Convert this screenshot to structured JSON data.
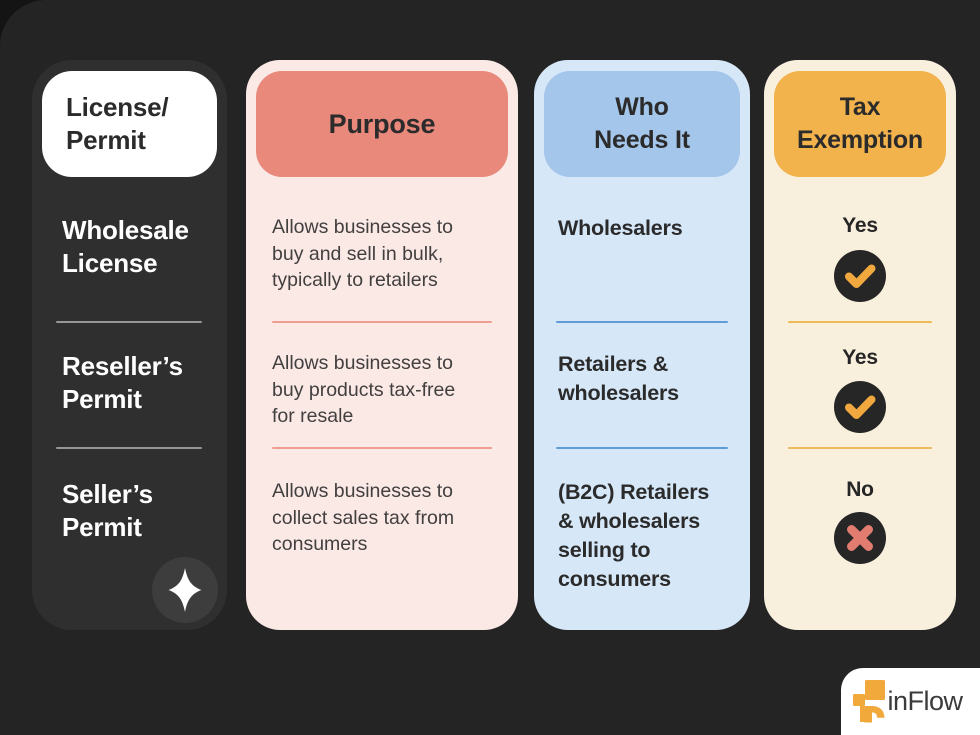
{
  "chart_data": {
    "type": "table",
    "columns": [
      "License/Permit",
      "Purpose",
      "Who Needs It",
      "Tax Exemption"
    ],
    "rows": [
      [
        "Wholesale License",
        "Allows businesses to buy and sell in bulk, typically to retailers",
        "Wholesalers",
        "Yes"
      ],
      [
        "Reseller’s Permit",
        "Allows businesses to buy products tax-free for resale",
        "Retailers & wholesalers",
        "Yes"
      ],
      [
        "Seller’s Permit",
        "Allows businesses to collect sales tax from consumers",
        "(B2C) Retailers & wholesalers selling to consumers",
        "No"
      ]
    ],
    "legend_position": "none"
  },
  "columns": {
    "license": {
      "header": "License/\nPermit",
      "rows": [
        "Wholesale\nLicense",
        "Reseller’s\nPermit",
        "Seller’s\nPermit"
      ]
    },
    "purpose": {
      "header": "Purpose",
      "rows": [
        "Allows businesses to\nbuy and sell in bulk,\ntypically to retailers",
        "Allows businesses to\nbuy products tax-free\nfor resale",
        "Allows businesses to\ncollect sales tax from\nconsumers"
      ]
    },
    "who_needs_it": {
      "header": "Who\nNeeds It",
      "rows": [
        "Wholesalers",
        "Retailers &\nwholesalers",
        "(B2C) Retailers\n& wholesalers\nselling to\nconsumers"
      ]
    },
    "tax_exemption": {
      "header": "Tax\nExemption",
      "rows": [
        {
          "label": "Yes",
          "icon": "check-icon"
        },
        {
          "label": "Yes",
          "icon": "check-icon"
        },
        {
          "label": "No",
          "icon": "x-icon"
        }
      ]
    }
  },
  "decor": {
    "sparkle_icon": "sparkle-icon"
  },
  "footer": {
    "brand": "inFlow",
    "logo_icon": "inflow-logo-icon"
  },
  "colors": {
    "background": "#242424",
    "outer_corner": "#141414",
    "dark_column": "#2F2F2F",
    "white_header": "#FFFFFF",
    "pink_column": "#FBE9E6",
    "salmon_header": "#E8897C",
    "salmon_divider": "#EF9D90",
    "blue_column": "#D6E7F8",
    "blue_header": "#A3C6EA",
    "blue_divider": "#5F9CD8",
    "cream_column": "#F9EFDD",
    "amber_header": "#F2B24C",
    "amber_divider": "#EEBA57",
    "icon_circle": "#262626",
    "check_mark": "#F1A83E",
    "x_mark": "#E27B70",
    "heading_text": "#2B2B2B",
    "body_text": "#423F3F",
    "brand_orange": "#F2A93C",
    "brand_text": "#3B3B3B"
  }
}
